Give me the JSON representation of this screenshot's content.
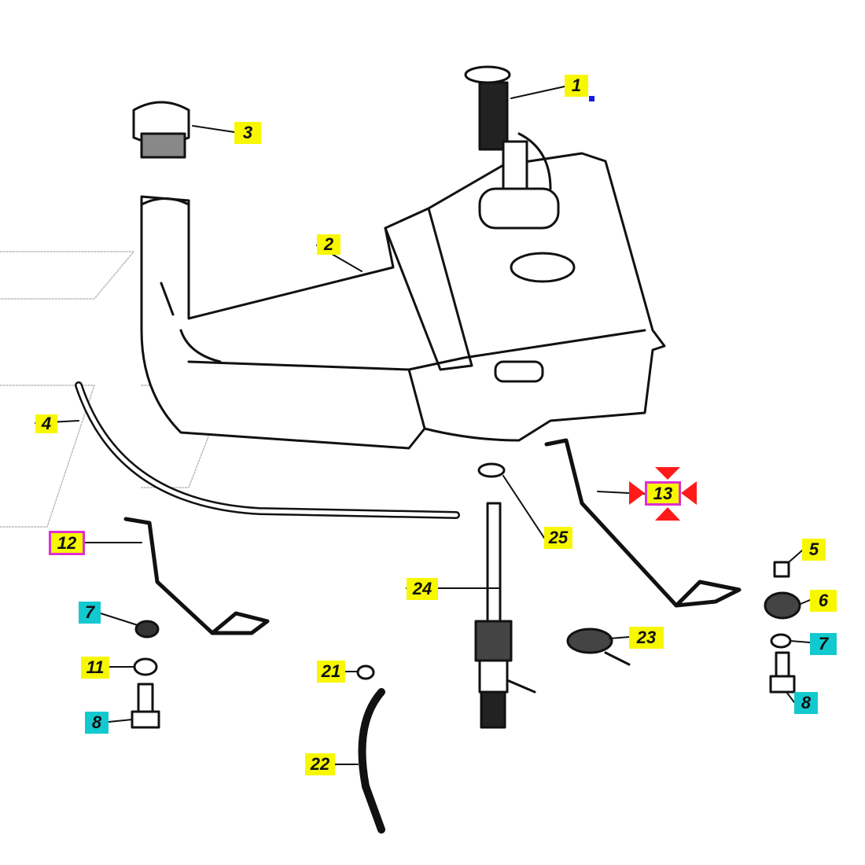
{
  "diagram": {
    "title": "Fuel tank exploded parts diagram",
    "colors": {
      "part_label": "#f7f700",
      "hardware_label": "#13c9d0",
      "selection": "#e02fd0",
      "marker": "#ff1a1a"
    },
    "labels": {
      "p1": "1",
      "p2": "2",
      "p3": "3",
      "p4": "4",
      "p5": "5",
      "p6": "6",
      "p7_right": "7",
      "p7_left": "7",
      "p8_right": "8",
      "p8_left": "8",
      "p11": "11",
      "p12": "12",
      "p13": "13",
      "p21": "21",
      "p22": "22",
      "p23": "23",
      "p24": "24",
      "p25": "25"
    },
    "selected": [
      "12",
      "13"
    ],
    "highlighted_with_arrows": "13"
  }
}
